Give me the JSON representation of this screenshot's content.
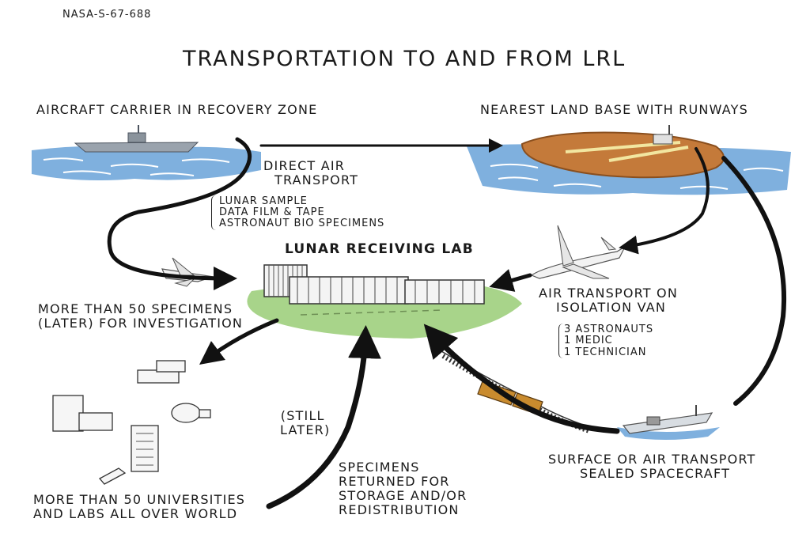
{
  "doc_id": "NASA-S-67-688",
  "title": "TRANSPORTATION TO AND FROM LRL",
  "carrier_label": "AIRCRAFT CARRIER IN RECOVERY ZONE",
  "land_base_label": "NEAREST LAND BASE WITH RUNWAYS",
  "direct_air": [
    "DIRECT AIR",
    "TRANSPORT"
  ],
  "cargo_items": [
    "LUNAR SAMPLE",
    "DATA FILM & TAPE",
    "ASTRONAUT BIO SPECIMENS"
  ],
  "lab_label": "LUNAR RECEIVING LAB",
  "air_transport": [
    "AIR TRANSPORT ON",
    "ISOLATION VAN"
  ],
  "crew_items": [
    "3 ASTRONAUTS",
    "1 MEDIC",
    "1 TECHNICIAN"
  ],
  "specimens_investigation": [
    "MORE THAN 50 SPECIMENS",
    "(LATER)  FOR INVESTIGATION"
  ],
  "still_later": [
    "(STILL",
    "LATER)"
  ],
  "specimens_returned": [
    "SPECIMENS",
    "RETURNED FOR",
    "STORAGE AND/OR",
    "REDISTRIBUTION"
  ],
  "surface_transport": [
    "SURFACE OR AIR TRANSPORT",
    "SEALED SPACECRAFT"
  ],
  "universities": [
    "MORE THAN 50 UNIVERSITIES",
    "AND LABS ALL OVER WORLD"
  ],
  "colors": {
    "water": "#6f9fd0",
    "island": "#c97c3c",
    "grass": "#a8d48a",
    "arrow": "#111111"
  }
}
